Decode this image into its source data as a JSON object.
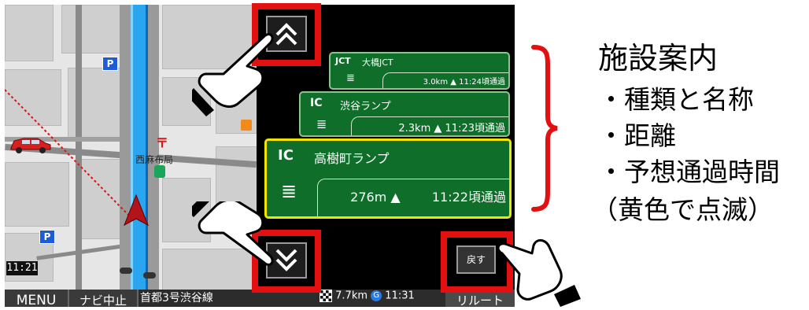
{
  "map": {
    "clock": "11:21",
    "poi_label": "西麻布局",
    "parking_label": "P"
  },
  "bottom_bar": {
    "menu_label": "MENU",
    "stop_nav_label": "ナビ中止",
    "road_name": "首都3号渋谷線",
    "distance": "7.7km",
    "arrival_time": "11:31",
    "route_label": "リルート"
  },
  "facilities": [
    {
      "type": "JCT",
      "name": "大橋JCT",
      "distance": "3.0km",
      "time": "11:24頃通過"
    },
    {
      "type": "IC",
      "name": "渋谷ランプ",
      "distance": "2.3km",
      "time": "11:23頃通過"
    },
    {
      "type": "IC",
      "name": "高樹町ランプ",
      "distance": "276m",
      "time": "11:22頃通過"
    }
  ],
  "controls": {
    "scroll_up_icon": "double-chevron-up-icon",
    "scroll_down_icon": "double-chevron-down-icon",
    "back_label": "戻す"
  },
  "annotation": {
    "title": "施設案内",
    "items": [
      "・種類と名称",
      "・距離",
      "・予想通過時間"
    ],
    "note": "（黄色で点滅）"
  },
  "colors": {
    "highlight": "#f2e600",
    "card_green": "#0f6f2a",
    "callout_red": "#e21010",
    "route_blue": "#2aa6f0"
  }
}
